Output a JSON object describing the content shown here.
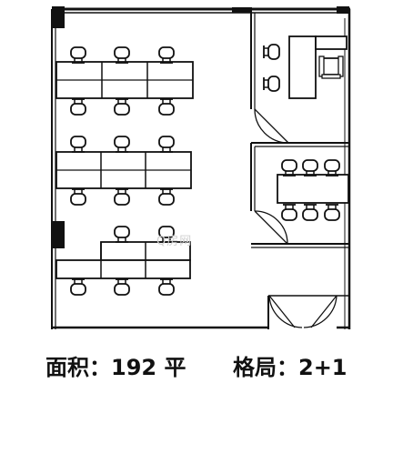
{
  "watermark": "Q房网",
  "caption": {
    "area": "面积：192 平",
    "layout": "格局：2+1"
  }
}
